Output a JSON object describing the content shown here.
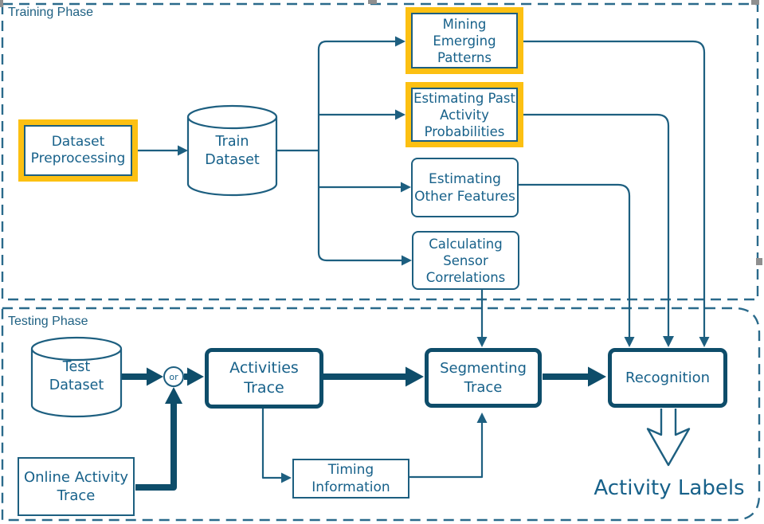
{
  "colors": {
    "line": "#1d5f80",
    "thick_line": "#0e4d6a",
    "text": "#17618a",
    "highlight_border": "#fcc012",
    "dashed_border": "#2a6a8b"
  },
  "training": {
    "label": "Training Phase",
    "nodes": {
      "dataset_preprocessing": {
        "line1": "Dataset",
        "line2": "Preprocessing"
      },
      "train_dataset": {
        "line1": "Train",
        "line2": "Dataset"
      },
      "mining_emerging_patterns": {
        "line1": "Mining",
        "line2": "Emerging",
        "line3": "Patterns"
      },
      "estimating_past_activity_probabilities": {
        "line1": "Estimating Past",
        "line2": "Activity",
        "line3": "Probabilities"
      },
      "estimating_other_features": {
        "line1": "Estimating",
        "line2": "Other Features"
      },
      "calculating_sensor_correlations": {
        "line1": "Calculating",
        "line2": "Sensor",
        "line3": "Correlations"
      }
    }
  },
  "testing": {
    "label": "Testing Phase",
    "nodes": {
      "test_dataset": {
        "line1": "Test",
        "line2": "Dataset"
      },
      "online_activity_trace": {
        "line1": "Online Activity",
        "line2": "Trace"
      },
      "or_connector": "or",
      "activities_trace": {
        "line1": "Activities",
        "line2": "Trace"
      },
      "timing_information": {
        "line1": "Timing",
        "line2": "Information"
      },
      "segmenting_trace": {
        "line1": "Segmenting",
        "line2": "Trace"
      },
      "recognition": "Recognition",
      "activity_labels": "Activity Labels"
    }
  }
}
